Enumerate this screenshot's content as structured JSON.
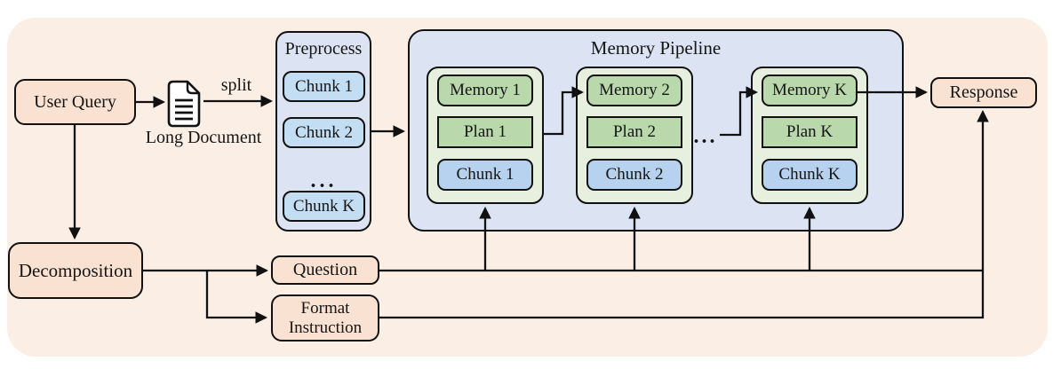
{
  "figure": {
    "user_query": {
      "label": "User Query"
    },
    "split_label": "split",
    "long_document": {
      "label": "Long Document"
    },
    "preprocess": {
      "title": "Preprocess",
      "chunks": [
        "Chunk 1",
        "Chunk 2",
        "Chunk K"
      ],
      "ellipsis": "..."
    },
    "pipeline": {
      "title": "Memory Pipeline",
      "cells": [
        {
          "memory": "Memory 1",
          "plan": "Plan 1",
          "chunk": "Chunk 1"
        },
        {
          "memory": "Memory 2",
          "plan": "Plan 2",
          "chunk": "Chunk 2"
        },
        {
          "memory": "Memory K",
          "plan": "Plan K",
          "chunk": "Chunk K"
        }
      ],
      "ellipsis": "..."
    },
    "response": {
      "label": "Response"
    },
    "decomposition": {
      "label": "Decomposition"
    },
    "question": {
      "label": "Question"
    },
    "format_instruction": {
      "line1": "Format",
      "line2": "Instruction"
    }
  },
  "colors": {
    "canvas_background": "#ffffff",
    "figure_background": "#fbeee4",
    "peach_node_fill": "#f9e2d2",
    "container_fill": "#dce4f3",
    "preprocess_chunk_fill": "#c3ddf2",
    "pipeline_chunk_fill": "#b7d2ee",
    "green_box_fill": "#b9d8ab",
    "cell_fill": "#e7f0df",
    "line_color": "#111111"
  }
}
